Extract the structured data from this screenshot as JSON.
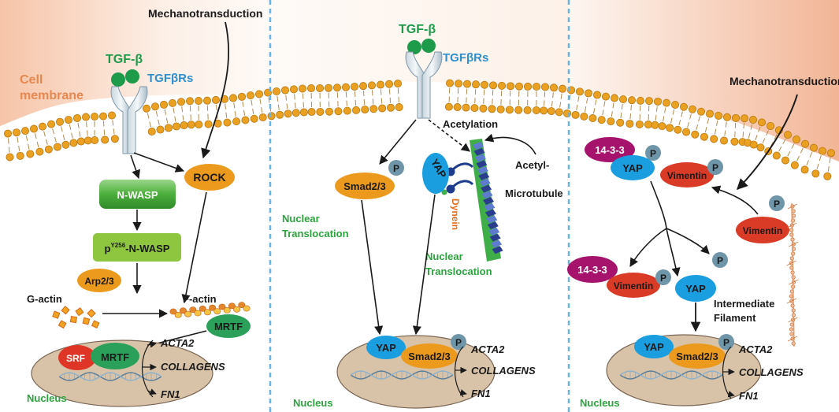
{
  "colors": {
    "tgf_green": "#1d9a4a",
    "receptor_blue": "#2e8fd0",
    "label_green": "#2aa43c",
    "membrane_label": "#e8884f",
    "dynein_orange": "#e46b1c",
    "membrane_head": "#eaa020",
    "orange_protein": "#ec9a1d",
    "nwasp_green": "#4cae3b",
    "pnwasp_green": "#8ec63f",
    "mrtf_green": "#2aa05a",
    "srf_red": "#df3526",
    "yap_blue": "#1a9ee0",
    "vimentin_red": "#d93b26",
    "protein_1433_purple": "#a5136c",
    "phospho_gray": "#6f95a8",
    "nucleus_fill": "#d9c3a8",
    "divider_blue": "#6ab4e3"
  },
  "panel1": {
    "mechanotransduction": "Mechanotransduction",
    "tgf_beta": "TGF-β",
    "receptors": "TGFβRs",
    "cell_membrane_line1": "Cell",
    "cell_membrane_line2": "membrane",
    "n_wasp": "N-WASP",
    "p_nwasp_prefix": "p",
    "p_nwasp_sup": "Y256",
    "p_nwasp_suffix": "-N-WASP",
    "rock": "ROCK",
    "arp": "Arp2/3",
    "g_actin": "G-actin",
    "f_actin": "F-actin",
    "mrtf": "MRTF",
    "srf": "SRF",
    "genes": [
      "ACTA2",
      "COLLAGENS",
      "FN1"
    ],
    "nucleus": "Nucleus"
  },
  "panel2": {
    "tgf_beta": "TGF-β",
    "receptors": "TGFβRs",
    "acetylation": "Acetylation",
    "acetyl": "Acetyl-",
    "microtubule": "Microtubule",
    "dynein": "Dynein",
    "smad": "Smad2/3",
    "phospho": "P",
    "yap": "YAP",
    "nuclear_translocation_line1": "Nuclear",
    "nuclear_translocation_line2": "Translocation",
    "genes": [
      "ACTA2",
      "COLLAGENS",
      "FN1"
    ],
    "nucleus": "Nucleus"
  },
  "panel3": {
    "mechanotransduction": "Mechanotransduction",
    "protein_1433": "14-3-3",
    "yap": "YAP",
    "vimentin": "Vimentin",
    "phospho": "P",
    "intermediate_filament_line1": "Intermediate",
    "intermediate_filament_line2": "Filament",
    "smad": "Smad2/3",
    "genes": [
      "ACTA2",
      "COLLAGENS",
      "FN1"
    ],
    "nucleus": "Nucleus"
  }
}
